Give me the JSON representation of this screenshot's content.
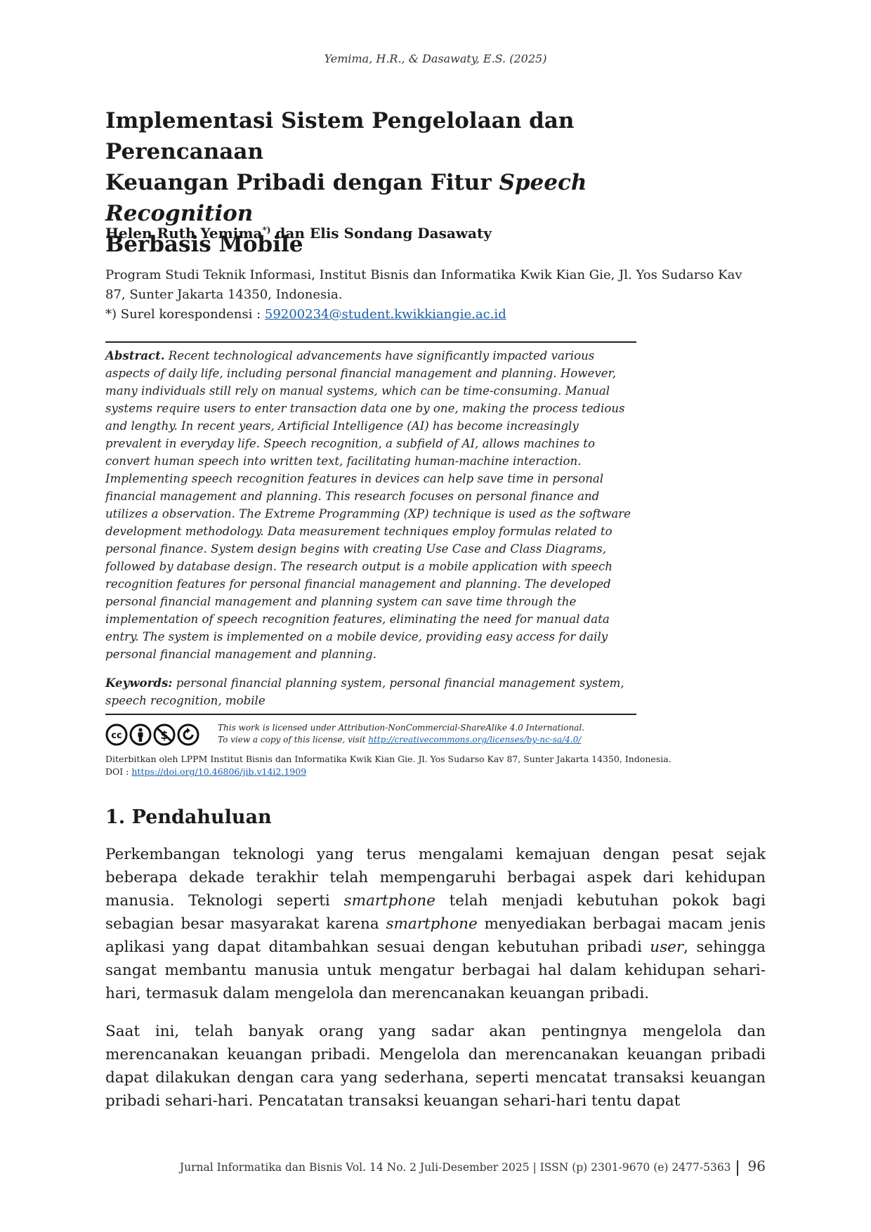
{
  "running_head": "Yemima, H.R., & Dasawaty, E.S. (2025)",
  "title": {
    "line1": "Implementasi Sistem Pengelolaan dan Perencanaan",
    "line2_prefix": "Keuangan Pribadi dengan Fitur ",
    "line2_italic": "Speech Recognition",
    "line3": "Berbasis Mobile"
  },
  "authors": {
    "first": "Helen Ruth Yemima",
    "marker": "*)",
    "rest": " dan Elis Sondang Dasawaty"
  },
  "affiliation": {
    "line": "Program Studi Teknik Informasi, Institut Bisnis dan Informatika Kwik Kian Gie, Jl. Yos Sudarso Kav 87, Sunter Jakarta 14350, Indonesia.",
    "correspondence_label": "*) Surel korespondensi : ",
    "email": "59200234@student.kwikkiangie.ac.id"
  },
  "abstract": {
    "label": "Abstract.",
    "text": " Recent technological advancements have significantly impacted various aspects of daily life, including personal financial management and planning. However, many individuals still rely on manual systems, which can be time-consuming. Manual systems require users to enter transaction data one by one, making the process tedious and lengthy. In recent years, Artificial Intelligence (AI) has become increasingly prevalent in everyday life. Speech recognition, a subfield of AI, allows machines to convert human speech into written text, facilitating human-machine interaction. Implementing speech recognition features in devices can help save time in personal financial management and planning. This research focuses on personal finance and utilizes a  observation. The Extreme Programming (XP) technique is used as the software development methodology. Data measurement techniques employ formulas related to personal finance. System design begins with creating Use Case and Class Diagrams, followed by database design. The research output is a mobile application with speech recognition features for personal financial management and planning. The developed personal financial management and planning system can save time through the implementation of speech recognition features, eliminating the need for manual data entry. The system is implemented on a mobile device, providing easy access for daily personal financial management and planning."
  },
  "keywords": {
    "label": "Keywords:",
    "text": " personal financial planning system, personal financial management system, speech recognition, mobile"
  },
  "license": {
    "line1": "This work is licensed under Attribution-NonCommercial-ShareAlike 4.0 International.",
    "line2_prefix": "To view a copy of this license, visit ",
    "link": "http://creativecommons.org/licenses/by-nc-sa/4.0/"
  },
  "cc_badge": {
    "icons": [
      "cc-icon",
      "by-icon",
      "nc-icon",
      "sa-icon"
    ]
  },
  "publisher": {
    "line": "Diterbitkan oleh LPPM Institut Bisnis dan Informatika Kwik Kian Gie. Jl. Yos Sudarso Kav 87, Sunter Jakarta 14350, Indonesia.",
    "doi_label": "DOI : ",
    "doi": "https://doi.org/10.46806/jib.v14i2.1909"
  },
  "section": {
    "heading": "1. Pendahuluan"
  },
  "paragraphs": {
    "p1": {
      "a": "Perkembangan teknologi yang terus mengalami kemajuan dengan pesat sejak beberapa dekade terakhir telah mempengaruhi berbagai aspek dari kehidupan manusia. Teknologi seperti ",
      "b": "smartphone",
      "c": " telah menjadi kebutuhan pokok bagi sebagian besar masyarakat karena ",
      "d": "smartphone",
      "e": " menyediakan berbagai macam jenis aplikasi yang dapat ditambahkan sesuai dengan kebutuhan pribadi ",
      "f": "user",
      "g": ", sehingga sangat membantu manusia untuk mengatur berbagai hal dalam kehidupan sehari-hari, termasuk dalam mengelola dan merencanakan keuangan pribadi."
    },
    "p2": "Saat ini, telah banyak orang yang sadar akan pentingnya mengelola dan merencanakan keuangan pribadi. Mengelola dan merencanakan keuangan pribadi dapat dilakukan dengan cara yang sederhana, seperti mencatat transaksi keuangan pribadi sehari-hari. Pencatatan transaksi keuangan sehari-hari tentu dapat"
  },
  "footer": {
    "journal": "Jurnal Informatika dan Bisnis Vol. 14 No. 2 Juli-Desember 2025 | ISSN (p) 2301-9670 (e) 2477-5363",
    "page_number": "96"
  },
  "colors": {
    "link": "#1a5ea8",
    "text": "#1a1a1a"
  }
}
